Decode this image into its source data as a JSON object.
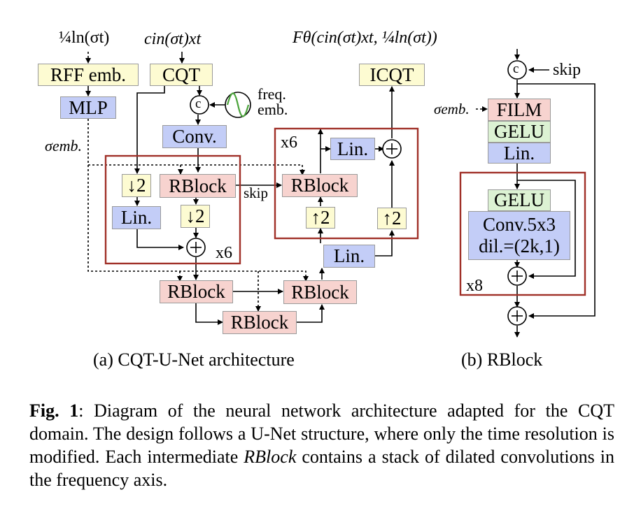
{
  "inputs": {
    "noise_label": "¼ln(σt)",
    "signal_label": "cin(σt)xt",
    "output_label": "Fθ(cin(σt)xt, ¼ln(σt))"
  },
  "blocks": {
    "rff": "RFF emb.",
    "cqt": "CQT",
    "icqt": "ICQT",
    "mlp": "MLP",
    "conv": "Conv.",
    "concat": "c",
    "freq_emb": "freq. emb.",
    "sigma_emb": "σemb.",
    "down": "↓2",
    "up": "↑2",
    "lin": "Lin.",
    "rblock": "RBlock",
    "skip": "skip",
    "x6": "x6",
    "plus": "+"
  },
  "rblock_detail": {
    "skip": "skip",
    "sigma_emb": "σemb.",
    "film": "FILM",
    "gelu": "GELU",
    "lin": "Lin.",
    "conv_line1": "Conv.5x3",
    "conv_line2": "dil.=(2k,1)",
    "x8": "x8"
  },
  "subcaptions": {
    "a": "(a) CQT-U-Net architecture",
    "b": "(b) RBlock"
  },
  "figure_caption": {
    "label": "Fig. 1",
    "text_1": ": Diagram of the neural network architecture adapted for the CQT domain. The design follows a U-Net structure, where only the time resolution is modified.  Each intermediate ",
    "emph": "RBlock",
    "text_2": " contains a stack of dilated convolutions in the frequency axis."
  },
  "colors": {
    "yellow": "#fdfbd2",
    "pink": "#f7d3cf",
    "blue": "#c3cdf7",
    "green": "#dcf2d3",
    "frame": "#a03028"
  }
}
